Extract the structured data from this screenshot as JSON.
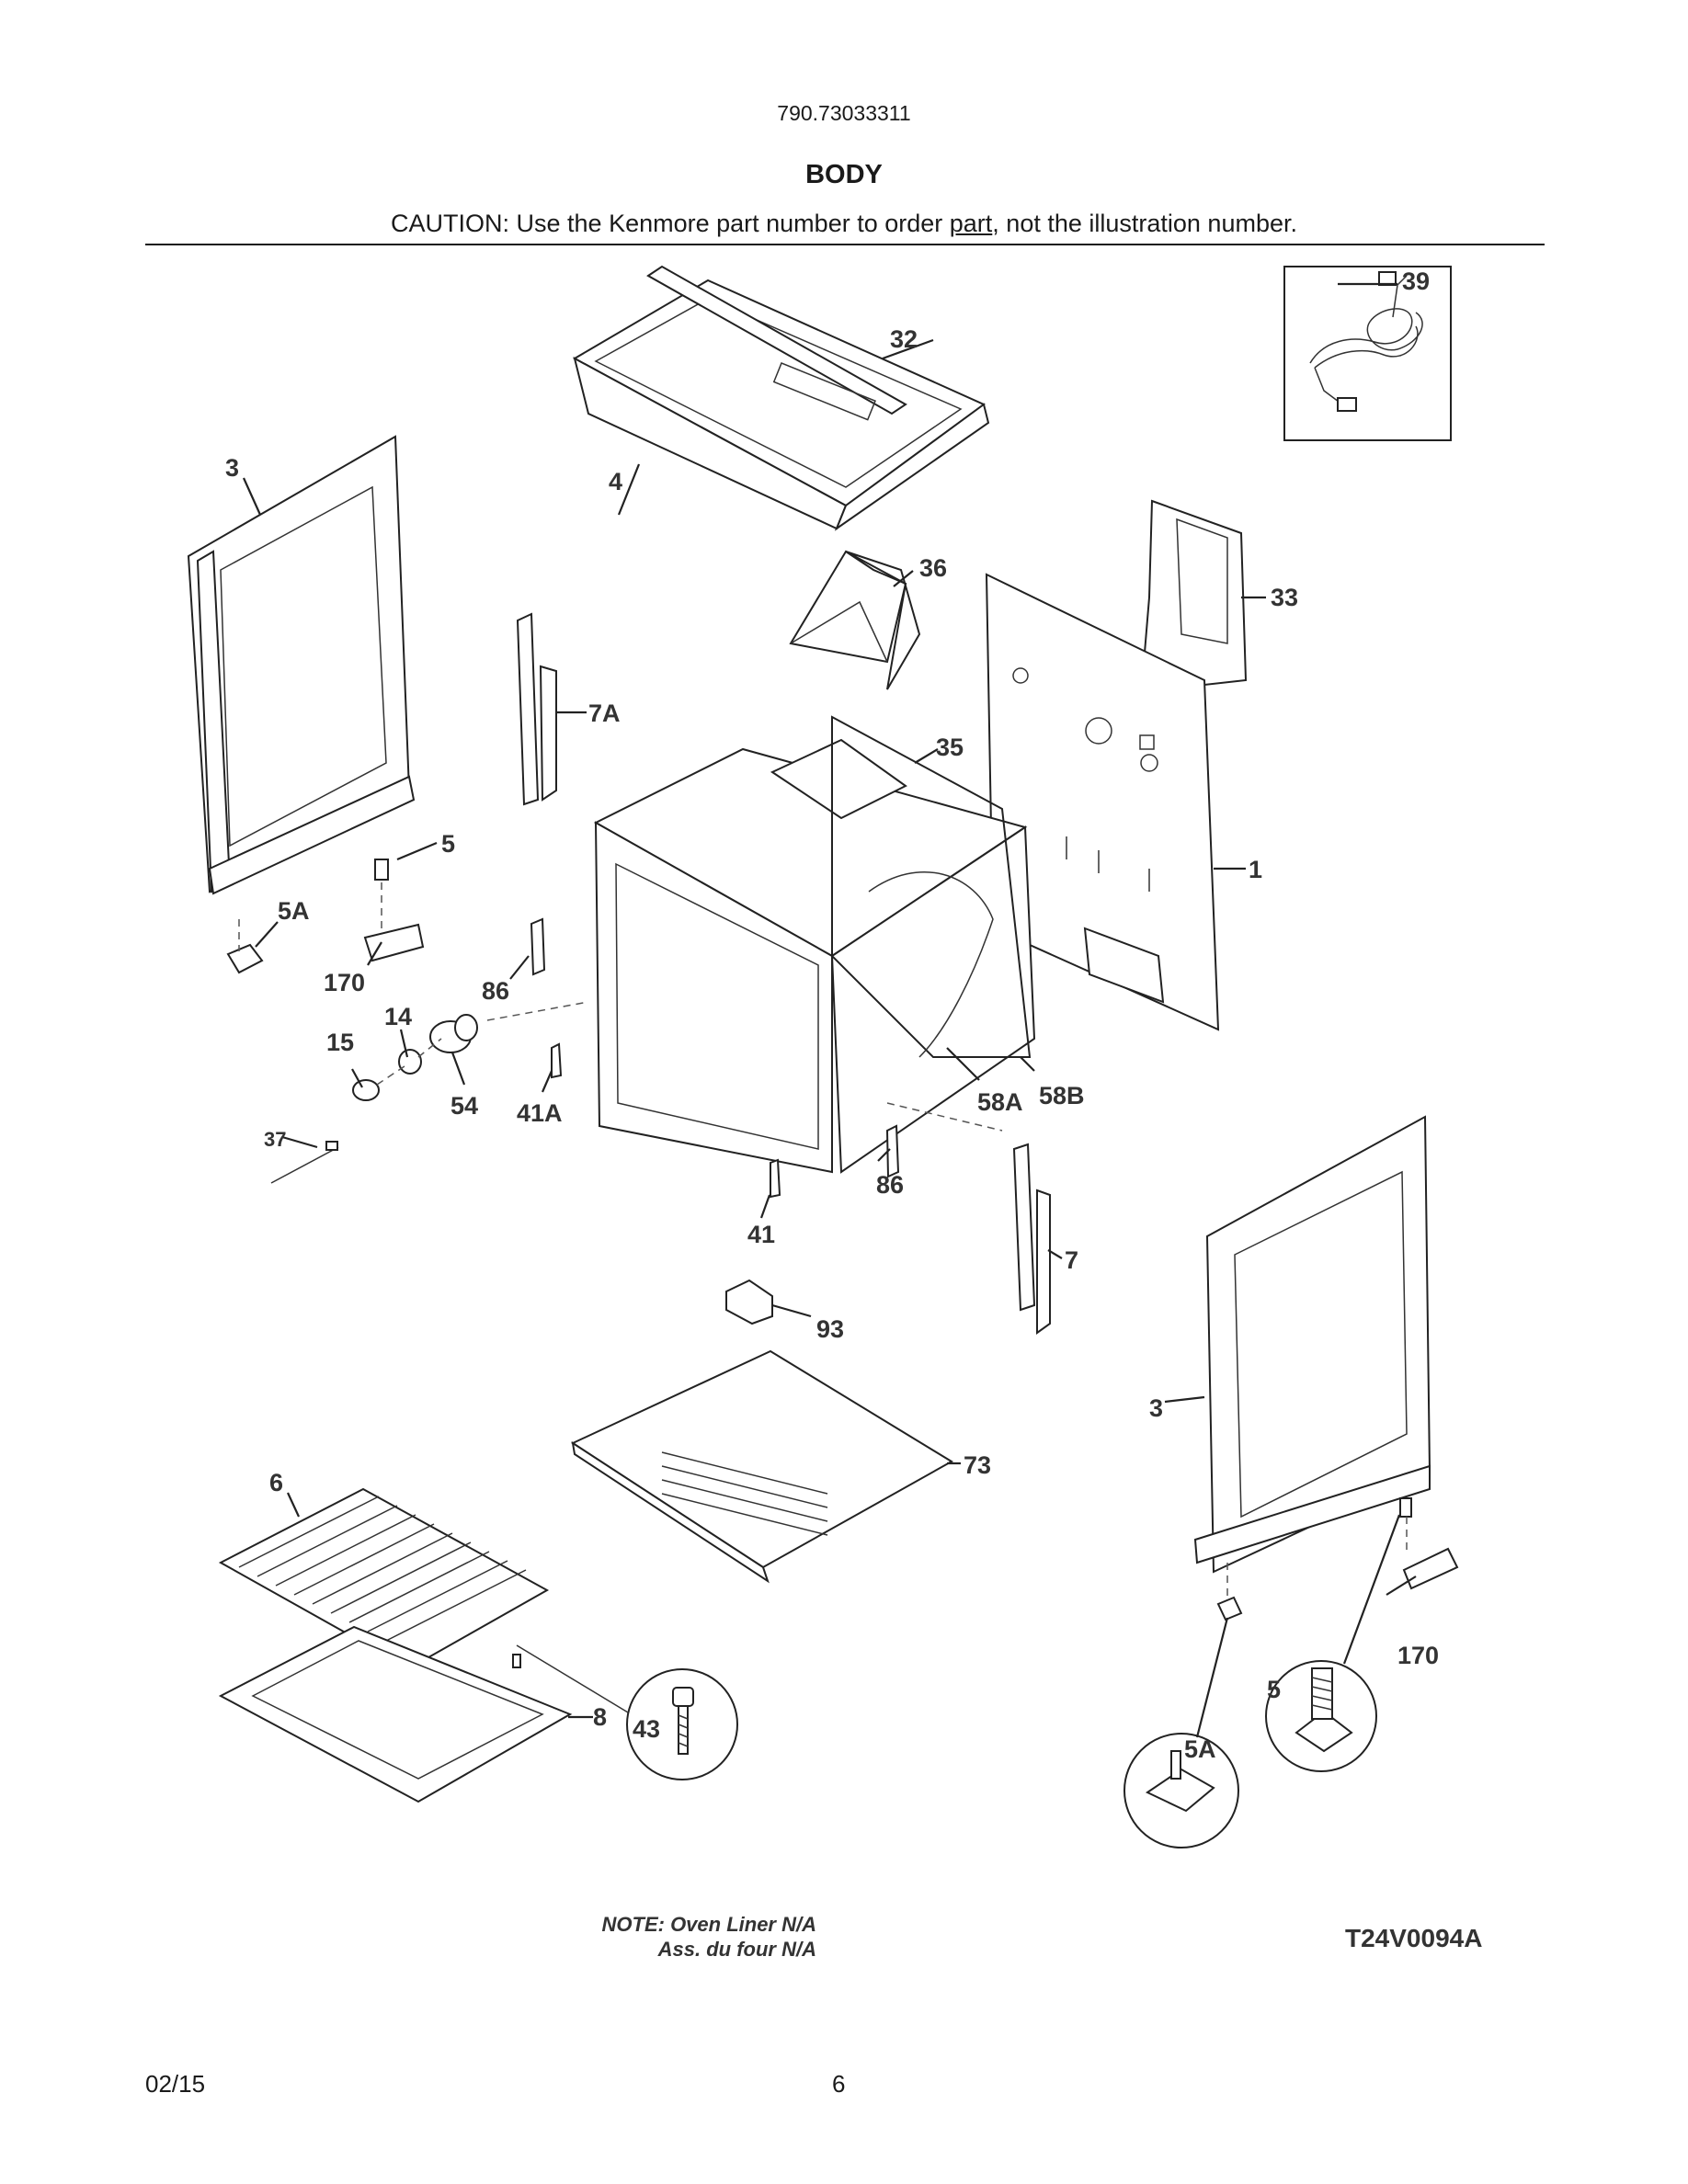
{
  "header": {
    "model_number": "790.73033311",
    "section_title": "BODY",
    "caution_prefix": "CAUTION: Use the Kenmore part number to order ",
    "caution_link": "part",
    "caution_suffix": ", not the illustration number."
  },
  "callouts": [
    {
      "id": "39"
    },
    {
      "id": "32"
    },
    {
      "id": "4"
    },
    {
      "id": "3"
    },
    {
      "id": "36"
    },
    {
      "id": "33"
    },
    {
      "id": "7A"
    },
    {
      "id": "35"
    },
    {
      "id": "5"
    },
    {
      "id": "1"
    },
    {
      "id": "5A"
    },
    {
      "id": "170"
    },
    {
      "id": "86"
    },
    {
      "id": "14"
    },
    {
      "id": "15"
    },
    {
      "id": "54"
    },
    {
      "id": "41A"
    },
    {
      "id": "58A"
    },
    {
      "id": "58B"
    },
    {
      "id": "37"
    },
    {
      "id": "86"
    },
    {
      "id": "41"
    },
    {
      "id": "7"
    },
    {
      "id": "93"
    },
    {
      "id": "3"
    },
    {
      "id": "73"
    },
    {
      "id": "6"
    },
    {
      "id": "170"
    },
    {
      "id": "43"
    },
    {
      "id": "8"
    },
    {
      "id": "5"
    },
    {
      "id": "5A"
    }
  ],
  "footer": {
    "note_line1": "NOTE: Oven Liner N/A",
    "note_line2": "Ass. du four N/A",
    "diagram_code": "T24V0094A",
    "date": "02/15",
    "page_number": "6"
  }
}
